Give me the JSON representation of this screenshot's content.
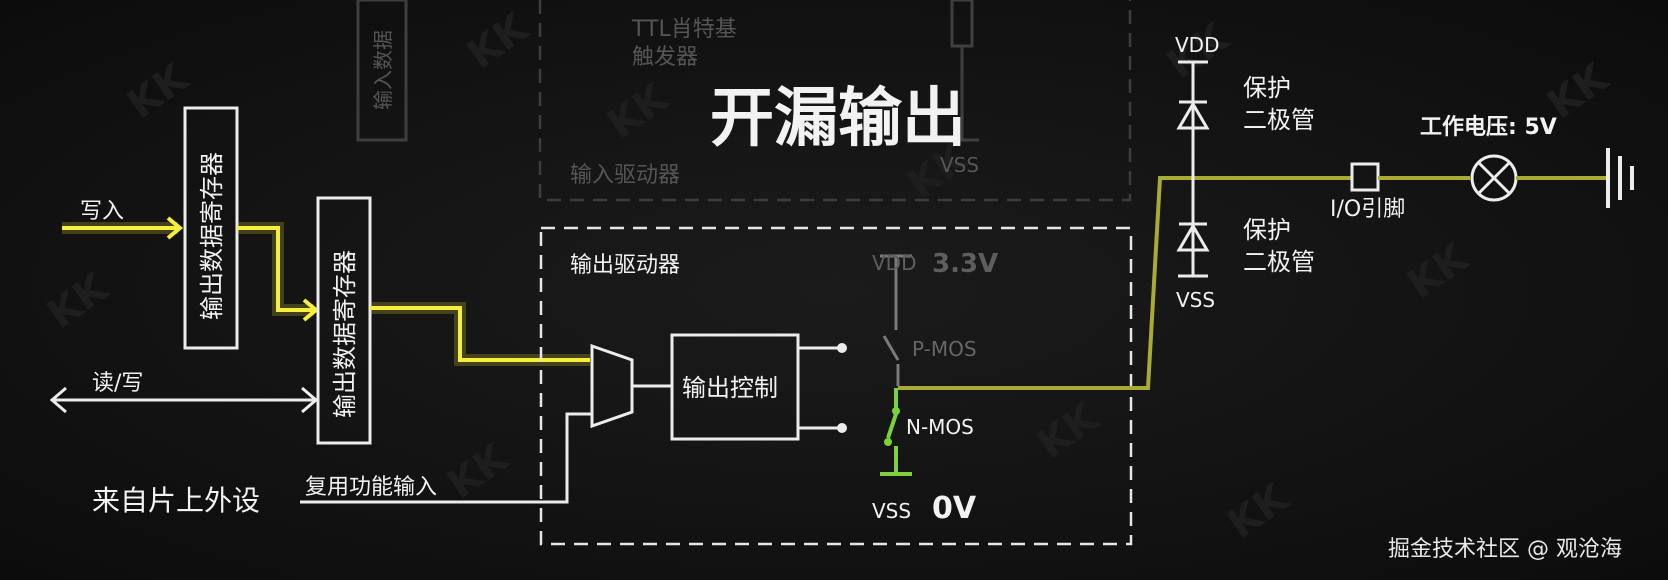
{
  "title": "开漏输出",
  "background_labels": {
    "input_register": "输入数据",
    "ttl_line1": "TTL肖特基",
    "ttl_line2": "触发器",
    "input_driver": "输入驱动器",
    "vss_top": "VSS"
  },
  "blocks": {
    "output_data_register_1": "输出数据寄存器",
    "output_data_register_2": "输出数据寄存器",
    "output_control": "输出控制",
    "output_driver": "输出驱动器"
  },
  "signals": {
    "write": "写入",
    "read_write": "读/写",
    "peripheral_source": "来自片上外设",
    "alt_function_input": "复用功能输入"
  },
  "transistors": {
    "vdd": "VDD",
    "vdd_voltage": "3.3V",
    "pmos": "P-MOS",
    "nmos": "N-MOS",
    "vss": "VSS",
    "vss_voltage": "0V"
  },
  "protection": {
    "vdd": "VDD",
    "diode_top_line1": "保护",
    "diode_top_line2": "二极管",
    "diode_bottom_line1": "保护",
    "diode_bottom_line2": "二极管",
    "vss": "VSS"
  },
  "pin": {
    "label": "I/O引脚",
    "working_voltage": "工作电压: 5V"
  },
  "watermark": "掘金技术社区 @ 观沧海",
  "colors": {
    "signal_highlight": "#f6ee3a",
    "output_line": "#a9ab33",
    "nmos_on": "#7bd23a"
  }
}
